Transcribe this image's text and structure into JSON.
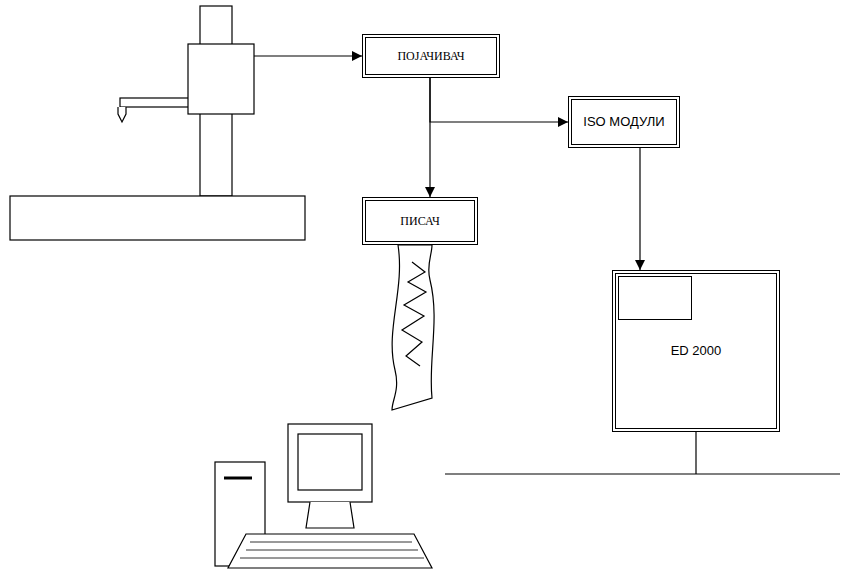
{
  "diagram": {
    "nodes": [
      {
        "text": [
          "ПОЈАЧИВАЧ"
        ]
      },
      {
        "text": [
          "ISO МОДУЛИ"
        ]
      },
      {
        "text": [
          "ПИСАЧ"
        ]
      },
      {
        "text": [
          "ED 2000"
        ]
      }
    ],
    "edges": [
      {
        "from": 0,
        "to": 2,
        "arrow": "to"
      },
      {
        "from": 0,
        "to": 1,
        "arrow": "to"
      },
      {
        "from": 1,
        "to": 3,
        "arrow": "to"
      }
    ]
  }
}
